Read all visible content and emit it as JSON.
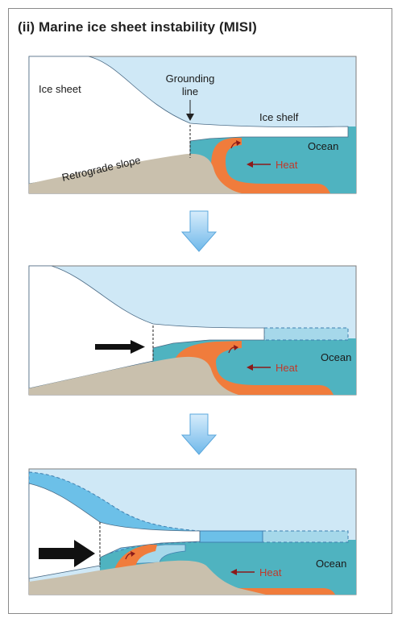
{
  "title": "(ii) Marine ice sheet instability (MISI)",
  "labels": {
    "ice_sheet": "Ice sheet",
    "grounding_line_1": "Grounding",
    "grounding_line_2": "line",
    "ice_shelf": "Ice shelf",
    "ocean": "Ocean",
    "heat": "Heat",
    "retrograde_slope": "Retrograde slope"
  },
  "colors": {
    "sky": "#cfe8f6",
    "ice": "#ffffff",
    "ocean": "#4fb3c0",
    "ocean_light": "#a6d8ea",
    "bedrock": "#c9c0ad",
    "warm_water": "#f07c3c",
    "warm_water_dark": "#d95b24",
    "heat_text": "#c0392b",
    "step_arrow": "#8cc8ef",
    "retreat_arrow": "#111111"
  },
  "panels": [
    "stage-1",
    "stage-2",
    "stage-3"
  ]
}
